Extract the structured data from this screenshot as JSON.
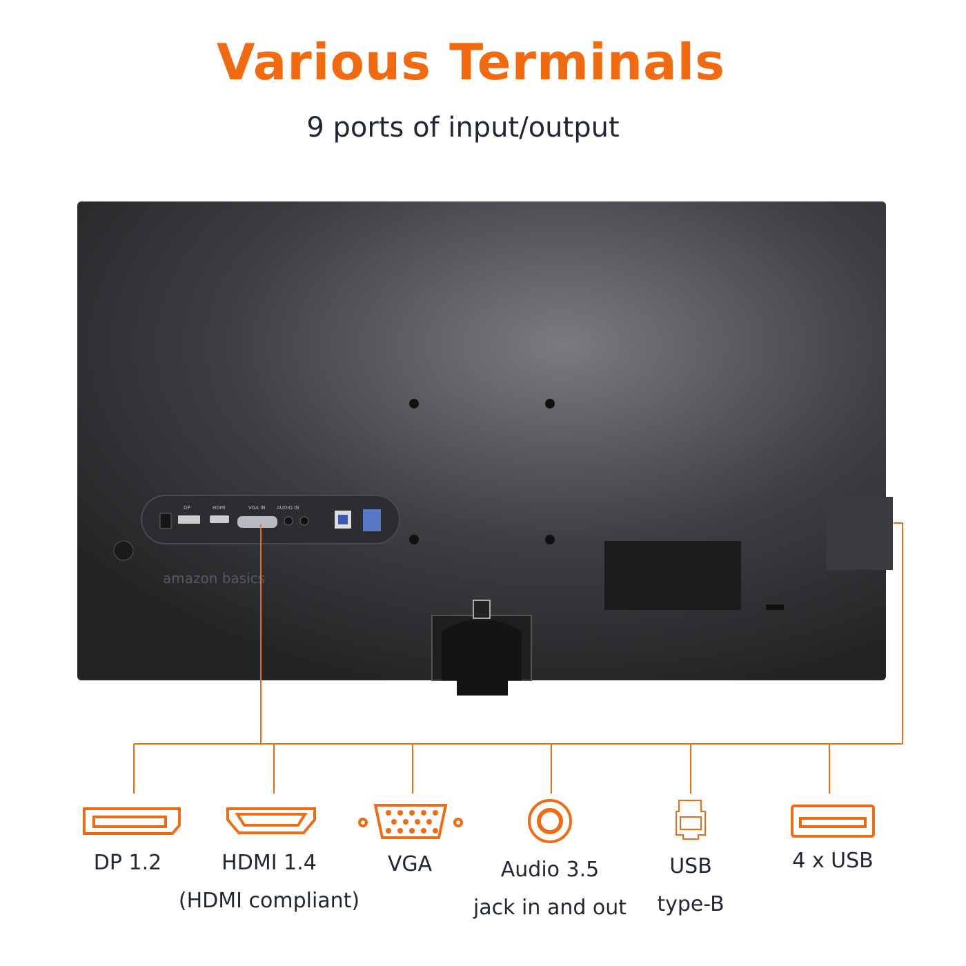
{
  "header": {
    "title": "Various Terminals",
    "subtitle": "9 ports of input/output"
  },
  "panel": {
    "dp": "DP",
    "hdmi": "HDMI",
    "vga": "VGA IN",
    "audio": "AUDIO IN",
    "logo": "amazon basics"
  },
  "ports": [
    {
      "icon": "displayport-icon",
      "line1": "DP 1.2",
      "line2": ""
    },
    {
      "icon": "hdmi-icon",
      "line1": "HDMI 1.4",
      "line2": "(HDMI compliant)"
    },
    {
      "icon": "vga-icon",
      "line1": "VGA",
      "line2": ""
    },
    {
      "icon": "audio-jack-icon",
      "line1": "Audio 3.5",
      "line2": "jack in and out"
    },
    {
      "icon": "usb-type-b-icon",
      "line1": "USB",
      "line2": "type-B"
    },
    {
      "icon": "usb-a-icon",
      "line1": "4 x USB",
      "line2": ""
    }
  ],
  "colors": {
    "accent": "#ef6b14",
    "text": "#1e2733",
    "monitor": "#3a3b3e"
  }
}
